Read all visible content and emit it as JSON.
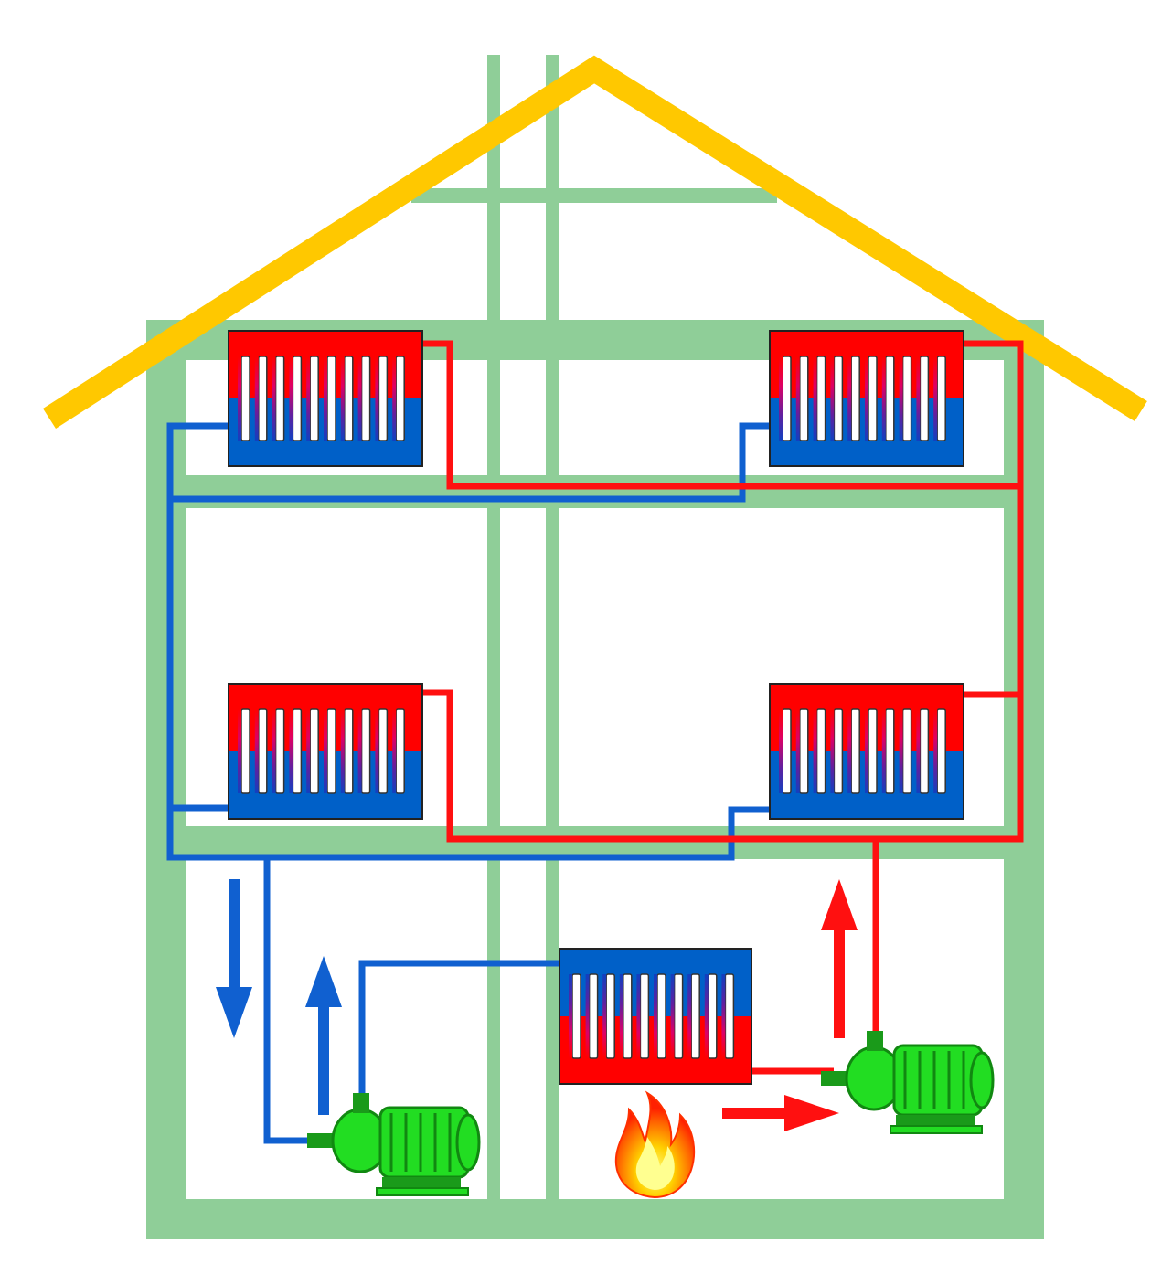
{
  "diagram": {
    "subject": "house-heating-system",
    "colors": {
      "background": "#ffffff",
      "structure": "#8fce98",
      "roof": "#ffc800",
      "hot_pipe": "#ff1010",
      "cold_pipe": "#1060d0",
      "radiator_hot": "#ff0000",
      "radiator_cold": "#0060c8",
      "pump": "#22dd22",
      "flame": "#ff4400"
    },
    "components": {
      "radiators": [
        "upper-left",
        "upper-right",
        "middle-left",
        "middle-right",
        "basement-boiler"
      ],
      "pumps": [
        "return-pump",
        "supply-pump"
      ],
      "arrows": [
        "down-arrow-blue",
        "up-arrow-blue",
        "up-arrow-red",
        "right-arrow-red"
      ],
      "icons": [
        "flame-icon"
      ]
    }
  }
}
